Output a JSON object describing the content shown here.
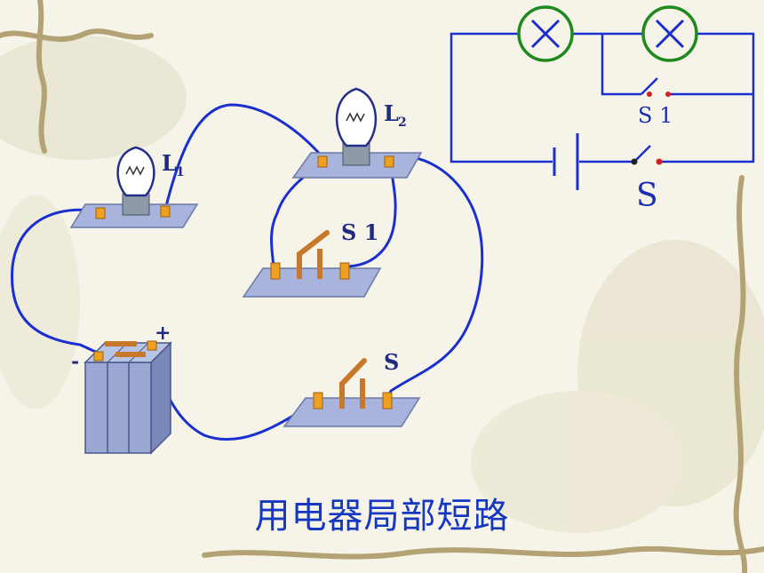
{
  "labels": {
    "l1": "L",
    "l1_sub": "1",
    "l2": "L",
    "l2_sub": "2",
    "s1_board": "S 1",
    "s_board": "S",
    "battery_plus": "+",
    "battery_minus": "-",
    "schematic_s1": "S 1",
    "schematic_s": "S"
  },
  "caption": "用电器局部短路",
  "colors": {
    "wire": "#1a2fd0",
    "schematic_wire": "#1a2fd0",
    "lamp_ring": "#1e8a1e",
    "battery": "#8e9ec8",
    "board": "#a8b4dc",
    "terminal": "#f0a020",
    "switch_blade": "#c8782a",
    "background": "#f6f4e8",
    "vine": "#b7a67a"
  },
  "icons": [
    "bulb-icon",
    "battery-icon",
    "knife-switch-icon",
    "lamp-symbol-icon",
    "switch-symbol-icon",
    "cell-symbol-icon"
  ]
}
